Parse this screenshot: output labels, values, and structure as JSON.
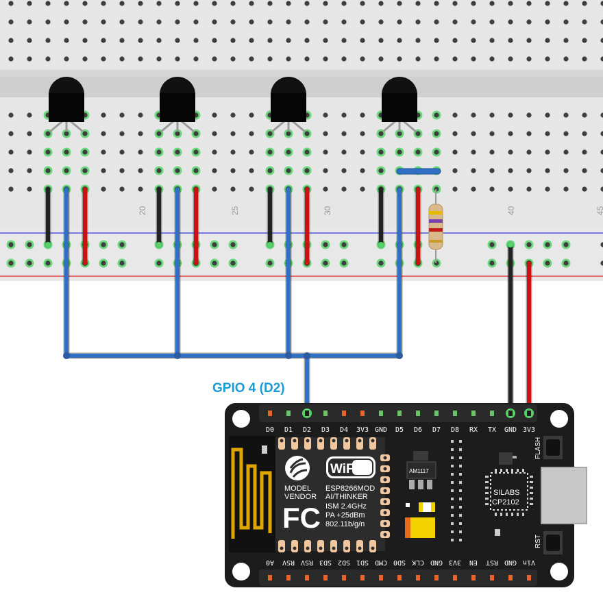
{
  "breadboard": {
    "column_labels": [
      "20",
      "25",
      "30",
      "40",
      "45"
    ]
  },
  "gpio_label": "GPIO 4 (D2)",
  "nodemcu": {
    "top_pins": [
      "D0",
      "D1",
      "D2",
      "D3",
      "D4",
      "3V3",
      "GND",
      "D5",
      "D6",
      "D7",
      "D8",
      "RX",
      "TX",
      "GND",
      "3V3"
    ],
    "bottom_pins": [
      "A0",
      "RSV",
      "RSV",
      "SD3",
      "SD2",
      "SD1",
      "CMD",
      "SD0",
      "CLK",
      "GND",
      "3V3",
      "EN",
      "RST",
      "GND",
      "Vin"
    ],
    "module_lines": [
      "MODEL",
      "VENDOR"
    ],
    "module_specs": [
      "ESP8266MOD",
      "AI/THINKER",
      "ISM 2.4GHz",
      "PA +25dBm",
      "802.11b/g/n"
    ],
    "wifi_logo": "WiFi",
    "fc_logo": "FC",
    "regulator": "AM1117",
    "usb_chip": [
      "SILABS",
      "CP2102"
    ],
    "button_flash": "FLASH",
    "button_rst": "RST"
  },
  "colors": {
    "wire_blue": "#2f6fc4",
    "wire_red": "#cc1111",
    "wire_black": "#222222",
    "label_blue": "#1a9ad6",
    "rail_blue": "#2e3ad8",
    "rail_red": "#d62020",
    "board": "#1c1c1c",
    "header_pin": "#e8642a"
  }
}
